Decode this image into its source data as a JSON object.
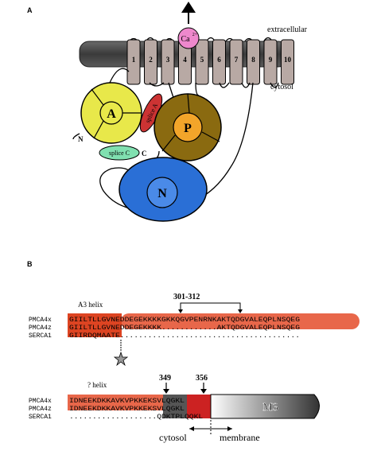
{
  "panel_a": {
    "letter": "A",
    "labels": {
      "extracellular": "extracellular",
      "cytosol": "cytosol",
      "calcium": "Ca",
      "calcium_charge": "2+",
      "n_terminus": "N",
      "c_terminus": "C",
      "splice_a": "splice A",
      "splice_c": "splice C",
      "domain_a": "A",
      "domain_p": "P",
      "domain_n": "N"
    },
    "helices": [
      "1",
      "2",
      "3",
      "4",
      "5",
      "6",
      "7",
      "8",
      "9",
      "10"
    ],
    "colors": {
      "membrane": "#4a4a4a",
      "helix": "#b8a9a4",
      "domain_a": "#e8e84a",
      "domain_p": "#8a6a10",
      "domain_p_center": "#f2a52a",
      "domain_n": "#2a6fd6",
      "domain_n_center": "#4a8ae8",
      "splice_a": "#cc3333",
      "splice_c": "#80e0b0",
      "calcium": "#ee88cc"
    }
  },
  "panel_b": {
    "letter": "B",
    "block1": {
      "helix_label": "A3 helix",
      "bracket_label": "301-312",
      "rows": [
        {
          "name": "PMCA4x",
          "seq": "GIILTLLGVNEDDEGEKKKKGKKQGVPENRNKAKTQDGVALEQPLNSQEG"
        },
        {
          "name": "PMCA4z",
          "seq": "GIILTLLGVNEDDEGEKKKK............AKTQDGVALEQPLNSQEG"
        },
        {
          "name": "SERCA1",
          "seq": "GIIRDQMAATE......................................."
        }
      ]
    },
    "block2": {
      "helix_label": "? helix",
      "marker_349": "349",
      "marker_356": "356",
      "m3_label": "M3",
      "cytosol_label": "cytosol",
      "membrane_label": "membrane",
      "rows": [
        {
          "name": "PMCA4x",
          "seq": "IDNEEKDKKAVKVPKKEKSVLQGKL"
        },
        {
          "name": "PMCA4z",
          "seq": "IDNEEKDKKAVKVPKKEKSVLQGKL"
        },
        {
          "name": "SERCA1",
          "seq": "...................QDKTPLQQKL"
        }
      ]
    },
    "colors": {
      "highlight": "#e8674a",
      "dark_red": "#cc2222",
      "gray_box": "#555555"
    }
  }
}
